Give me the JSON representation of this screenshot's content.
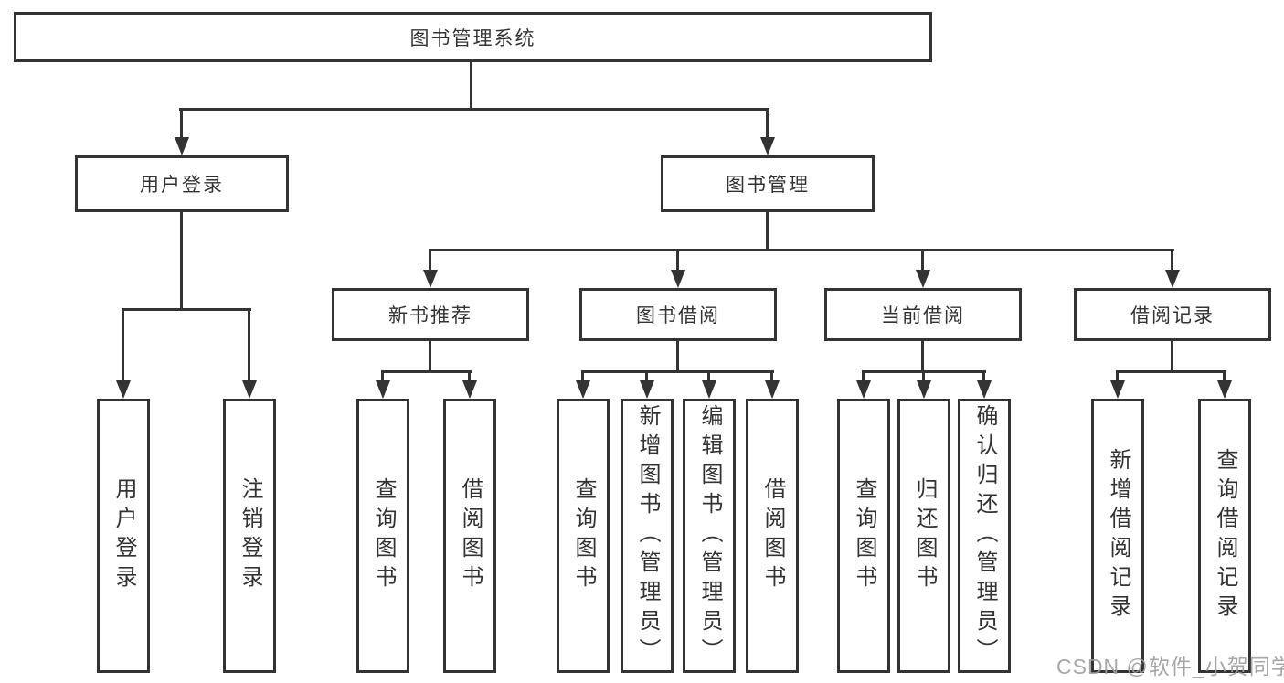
{
  "diagram": {
    "type": "hierarchy-flowchart",
    "root": {
      "label": "图书管理系统"
    },
    "level2": [
      {
        "label": "用户登录"
      },
      {
        "label": "图书管理"
      }
    ],
    "level3": [
      {
        "label": "新书推荐",
        "parent": "图书管理"
      },
      {
        "label": "图书借阅",
        "parent": "图书管理"
      },
      {
        "label": "当前借阅",
        "parent": "图书管理"
      },
      {
        "label": "借阅记录",
        "parent": "图书管理"
      }
    ],
    "leaves": [
      {
        "parent": "用户登录",
        "label": "用户登录"
      },
      {
        "parent": "用户登录",
        "label": "注销登录"
      },
      {
        "parent": "新书推荐",
        "label": "查询图书"
      },
      {
        "parent": "新书推荐",
        "label": "借阅图书"
      },
      {
        "parent": "图书借阅",
        "label": "查询图书"
      },
      {
        "parent": "图书借阅",
        "label": "新增图书（管理员）"
      },
      {
        "parent": "图书借阅",
        "label": "编辑图书（管理员）"
      },
      {
        "parent": "图书借阅",
        "label": "借阅图书"
      },
      {
        "parent": "当前借阅",
        "label": "查询图书"
      },
      {
        "parent": "当前借阅",
        "label": "归还图书"
      },
      {
        "parent": "当前借阅",
        "label": "确认归还（管理员）"
      },
      {
        "parent": "借阅记录",
        "label": "新增借阅记录"
      },
      {
        "parent": "借阅记录",
        "label": "查询借阅记录"
      }
    ],
    "watermark": "CSDN @软件_小贺同学",
    "colors": {
      "line": "#333333",
      "text": "#333333",
      "background": "#ffffff",
      "watermark": "#9e9e9e"
    }
  }
}
